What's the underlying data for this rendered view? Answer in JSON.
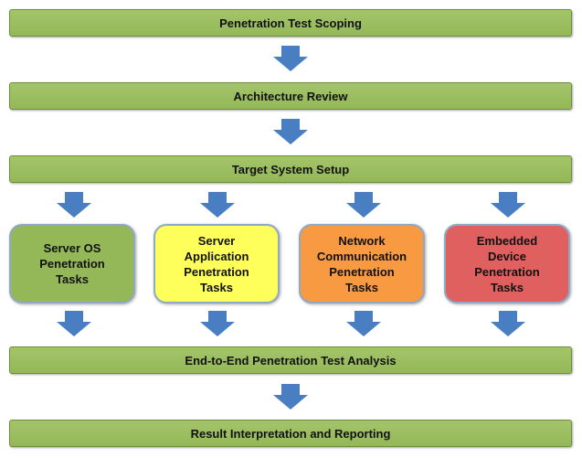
{
  "steps": {
    "scoping": "Penetration Test Scoping",
    "architecture": "Architecture Review",
    "target_setup": "Target System Setup",
    "analysis": "End-to-End Penetration Test Analysis",
    "reporting": "Result Interpretation and Reporting"
  },
  "tasks": [
    {
      "label": "Server OS\nPenetration\nTasks",
      "color": "#94b858"
    },
    {
      "label": "Server\nApplication\nPenetration\nTasks",
      "color": "#ffff5c"
    },
    {
      "label": "Network\nCommunication\nPenetration\nTasks",
      "color": "#f79a42"
    },
    {
      "label": "Embedded\nDevice\nPenetration\nTasks",
      "color": "#e06060"
    }
  ],
  "colors": {
    "bar_green": "#94b858",
    "arrow_blue": "#4a7ec2",
    "task_border": "#8fa8c4"
  }
}
